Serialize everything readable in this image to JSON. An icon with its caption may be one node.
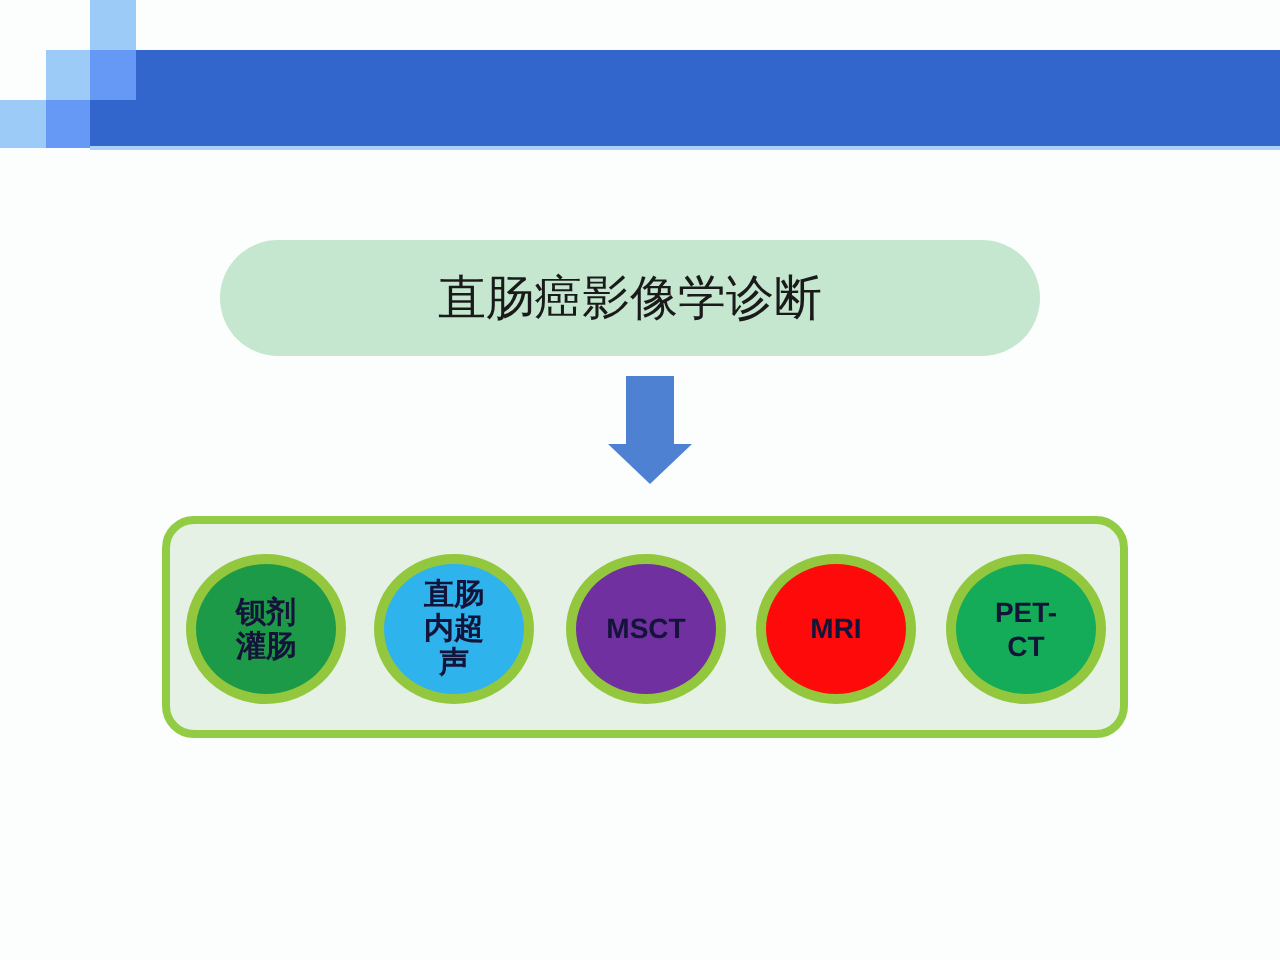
{
  "diagram": {
    "nodes": [
      {
        "text": [
          "直肠癌影像学诊断"
        ]
      },
      {
        "text": [],
        "shape": "box"
      },
      {
        "text": [
          "钡剂灌肠"
        ],
        "in": 1
      },
      {
        "text": [
          "直肠内超声"
        ],
        "in": 1
      },
      {
        "text": [
          "MSCT"
        ],
        "in": 1
      },
      {
        "text": [
          "MRI"
        ],
        "in": 1
      },
      {
        "text": [
          "PET-CT"
        ],
        "in": 1
      }
    ],
    "edges": [
      {
        "from": 0,
        "to": 1,
        "arrow": "to"
      }
    ]
  }
}
